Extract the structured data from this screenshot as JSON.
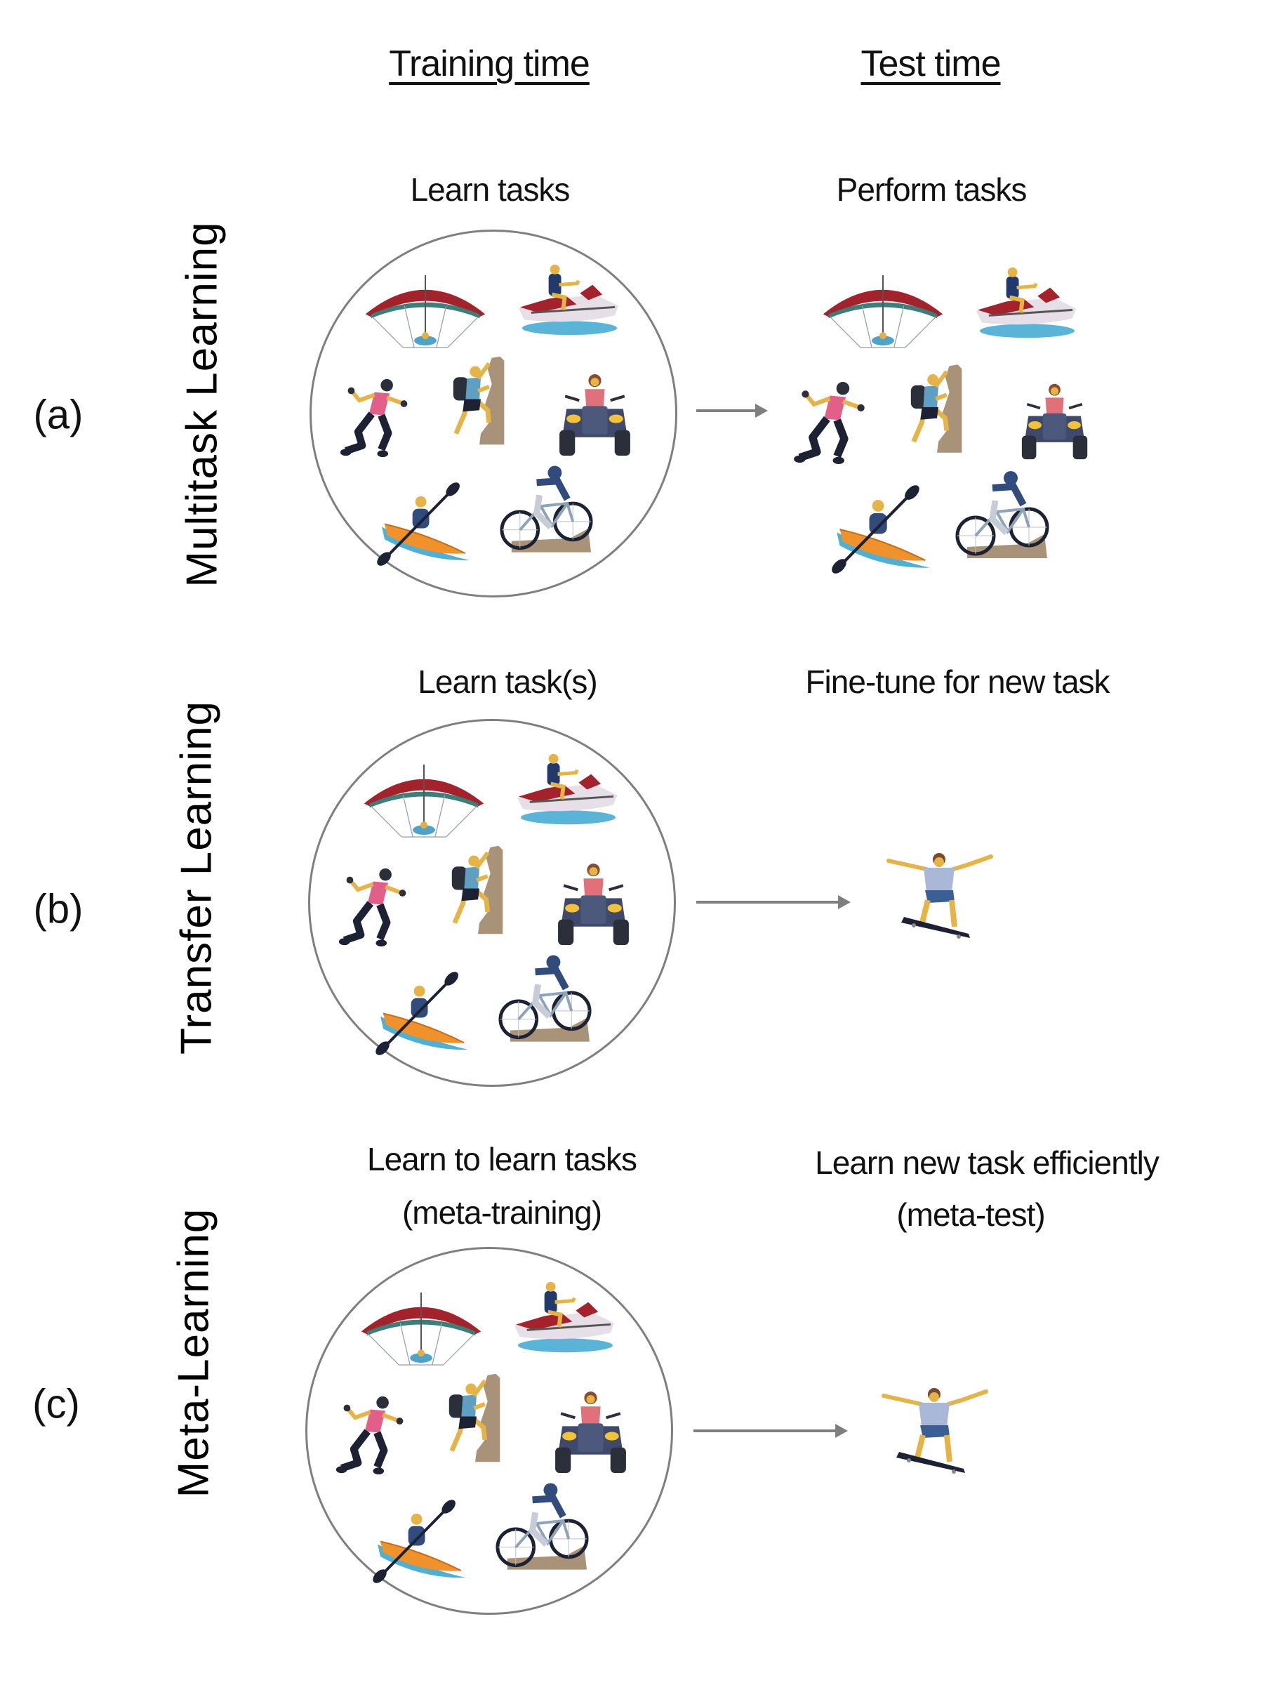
{
  "headers": {
    "training": "Training time",
    "test": "Test time"
  },
  "rows": [
    {
      "label": "(a)",
      "method": "Multitask Learning",
      "training_caption": [
        "Learn tasks"
      ],
      "test_caption": [
        "Perform tasks"
      ]
    },
    {
      "label": "(b)",
      "method": "Transfer Learning",
      "training_caption": [
        "Learn task(s)"
      ],
      "test_caption": [
        "Fine-tune for new task"
      ]
    },
    {
      "label": "(c)",
      "method": "Meta-Learning",
      "training_caption": [
        "Learn to learn tasks",
        "(meta-training)"
      ],
      "test_caption": [
        "Learn new task efficiently",
        "(meta-test)"
      ]
    }
  ],
  "training_tasks": [
    "hang-gliding",
    "jet-skiing",
    "running",
    "rock-climbing",
    "atv-riding",
    "kayaking",
    "cycling"
  ],
  "new_task": "skateboarding",
  "colors": {
    "outline": "#7f7f7f",
    "text": "#111111"
  }
}
